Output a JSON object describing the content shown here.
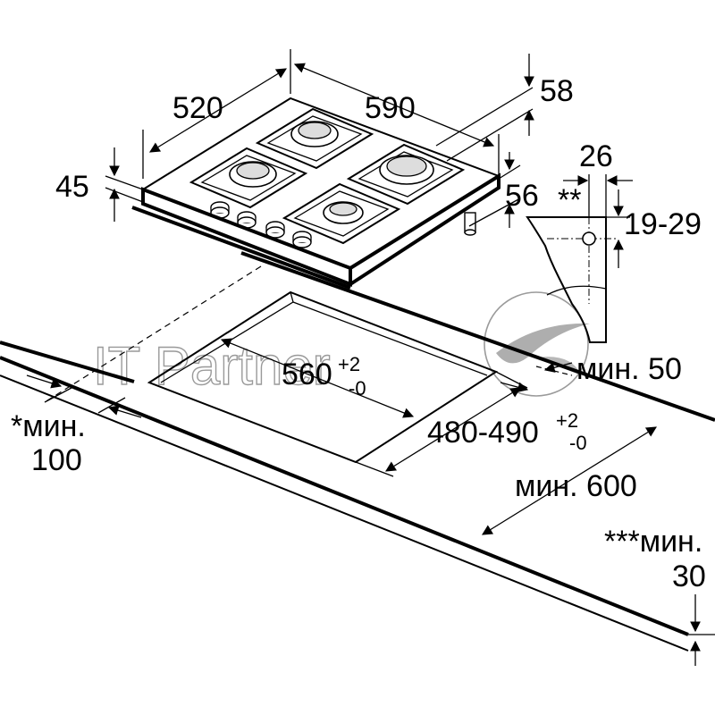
{
  "watermark": {
    "text": "IT Partner",
    "color": "#9a9a9a"
  },
  "dimensions": {
    "depth_520": "520",
    "width_590": "590",
    "top_58": "58",
    "height_45": "45",
    "height_56": "56",
    "bracket_26": "26",
    "bracket_note": "**",
    "bracket_19_29": "19-29",
    "cutout_width": "560",
    "cutout_width_tol_plus": "+2",
    "cutout_width_tol_minus": "-0",
    "cutout_depth": "480-490",
    "cutout_depth_tol_plus": "+2",
    "cutout_depth_tol_minus": "-0",
    "min_50": "мин. 50",
    "min_100_a": "*мин.",
    "min_100_b": "100",
    "min_600": "мин. 600",
    "min_30_a": "***мин.",
    "min_30_b": "30"
  },
  "colors": {
    "line": "#000000",
    "background": "#ffffff"
  }
}
